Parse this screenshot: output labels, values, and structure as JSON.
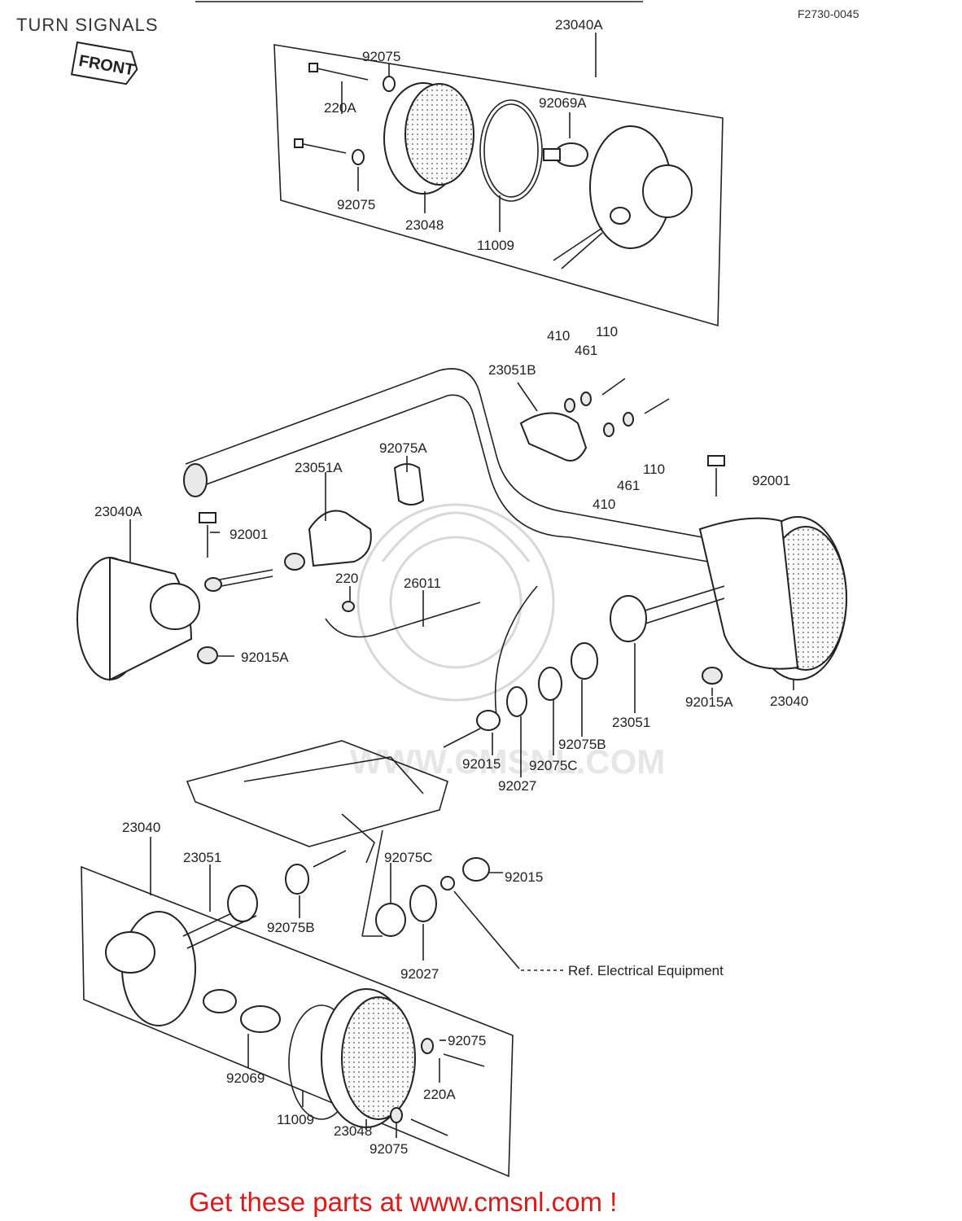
{
  "header": {
    "title": "TURN SIGNALS",
    "figure_code": "F2730-0045",
    "front_badge": "FRONT"
  },
  "watermark": {
    "text": "WWW.CMSNL.COM"
  },
  "labels": [
    "23040A",
    "92075",
    "220A",
    "92069A",
    "92075",
    "23048",
    "11009",
    "410",
    "110",
    "461",
    "23051B",
    "461",
    "410",
    "110",
    "92075A",
    "23051A",
    "92001",
    "23040A",
    "92001",
    "220",
    "26011",
    "92015A",
    "92015A",
    "23040",
    "23051",
    "92015",
    "92075B",
    "92075C",
    "92027",
    "23040",
    "23051",
    "92075C",
    "92015",
    "92075B",
    "92027",
    "92075",
    "92069",
    "220A",
    "11009",
    "23048",
    "92075"
  ],
  "reference": {
    "text": "Ref.  Electrical Equipment"
  },
  "footer": {
    "promo": "Get these parts at www.cmsnl.com !"
  },
  "colors": {
    "promo": "#e11818",
    "ink": "#222222"
  }
}
